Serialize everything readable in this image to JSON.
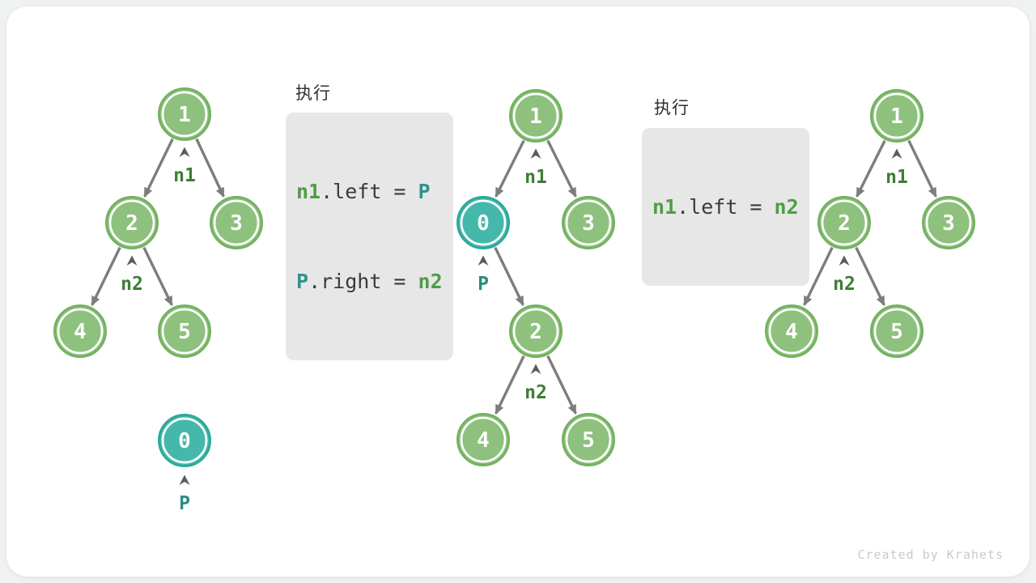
{
  "trees": {
    "initial": {
      "values": {
        "root": "1",
        "left": "2",
        "right": "3",
        "left_left": "4",
        "left_right": "5",
        "standalone": "0"
      },
      "pointers": {
        "n1": "n1",
        "n2": "n2",
        "p": "P"
      }
    },
    "after_insert": {
      "values": {
        "root": "1",
        "left": "0",
        "right": "3",
        "subtree_root": "2",
        "sub_left": "4",
        "sub_right": "5"
      },
      "pointers": {
        "n1": "n1",
        "n2": "n2",
        "p": "P"
      }
    },
    "after_remove": {
      "values": {
        "root": "1",
        "left": "2",
        "right": "3",
        "left_left": "4",
        "left_right": "5"
      },
      "pointers": {
        "n1": "n1",
        "n2": "n2"
      }
    }
  },
  "code_block_1": {
    "label": "执行",
    "line1": {
      "t1": "n1",
      "t2": ".left = ",
      "t3": "P"
    },
    "line2": {
      "t1": "P",
      "t2": ".right = ",
      "t3": "n2"
    }
  },
  "code_block_2": {
    "label": "执行",
    "line": {
      "t1": "n1",
      "t2": ".left = ",
      "t3": "n2"
    }
  },
  "footer": {
    "credit": "Created by Krahets"
  },
  "colors": {
    "node_green_fill": "#8ec17d",
    "node_green_border": "#74b262",
    "node_teal_fill": "#44b9ab",
    "node_teal_border": "#2fa99b",
    "pointer_green": "#3e7d35",
    "pointer_teal": "#2a8c82",
    "edge_gray": "#7d7d7d",
    "transition_arrow": "#c3c3c3",
    "code_green": "#4f9d45",
    "code_teal": "#2e948a",
    "code_text": "#3a3a3a",
    "code_bg": "#e7e7e7",
    "background": "#f0f1f1",
    "card": "#ffffff",
    "credit_gray": "#c9cbca"
  }
}
